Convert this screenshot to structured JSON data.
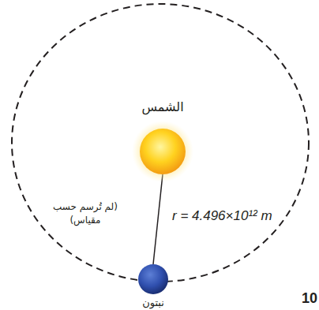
{
  "diagram": {
    "nodes": [
      {
        "text": [
          "الشمس"
        ]
      },
      {
        "text": [
          "نبتون"
        ]
      }
    ],
    "edges": [
      {
        "from": 0,
        "to": 1,
        "arrow": "none",
        "label": "r = 4.496×10¹² m"
      }
    ],
    "labels": [
      "(لم تُرسم حسب مقياس)",
      "10"
    ]
  }
}
